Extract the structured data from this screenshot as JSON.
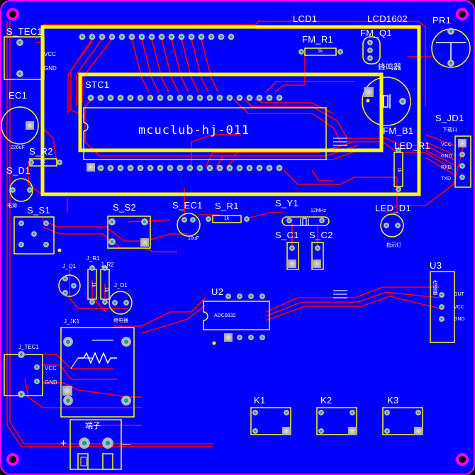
{
  "board": {
    "colors": {
      "substrate": "#0000ff",
      "outline": "#ff00ff",
      "top_trace": "#ff0000",
      "bottom_trace": "#ffffff",
      "silkscreen": "#ffffff",
      "highlight": "#ffff00",
      "pad": "#c0c0c0",
      "hole": "#00a0a0"
    }
  },
  "labels": {
    "lcd1": "LCD1",
    "lcd1602": "LCD1602",
    "pr1": "PR1",
    "s_tec1": "S_TEC1",
    "vcc_top": "VCC",
    "gnd_top": "GND",
    "fm_r1": "FM_R1",
    "fm_r1_val": "1k",
    "fm_q1": "FM_Q1",
    "buzzer": "蜂鸣器",
    "ec1": "EC1",
    "ec1_val": "220uF",
    "stc1": "STC1",
    "mcu_text": "mcuclub-hj-011",
    "fm_b1": "FM_B1",
    "s_jd1": "S_JD1",
    "jd_top": "下载口",
    "jd_vcc": "VCC",
    "jd_gnd": "GND",
    "jd_rxd": "RXD",
    "jd_txd": "TXD",
    "s_r2": "S_R2",
    "s_r2_val": "1k",
    "led_r1": "LED_R1",
    "led_r1_val": "1k",
    "s_d1": "S_D1",
    "s_d1_note": "电源",
    "s_s1": "S_S1",
    "s_s2": "S_S2",
    "s_ec1": "S_EC1",
    "s_ec1_val": "10uF",
    "s_r1": "S_R1",
    "s_r1_val": "1k",
    "s_y1": "S_Y1",
    "s_y1_val": "12MHz",
    "led_d1": "LED_D1",
    "led_d1_note": "指示灯",
    "s_c1": "S_C1",
    "s_c2": "S_C2",
    "u3": "U3",
    "u3_top": "传感器",
    "u3_out": "OUT",
    "u3_vcc": "VCC",
    "u3_gnd": "GND",
    "j_q1": "J_Q1",
    "j_r1": "J_R1",
    "j_r2": "J_R2",
    "j_d1": "J_D1",
    "j_r1_val": "1k",
    "j_r2_val": "1k",
    "u2": "U2",
    "u2_chip": "ADC0832",
    "j_jk1": "J_JK1",
    "j_jk1_note": "继电器",
    "j_tec1": "J_TEC1",
    "vcc_bot": "VCC",
    "gnd_bot": "GND",
    "terminal": "端子",
    "plus": "+",
    "minus": "—",
    "k1": "K1",
    "k2": "K2",
    "k3": "K3"
  }
}
